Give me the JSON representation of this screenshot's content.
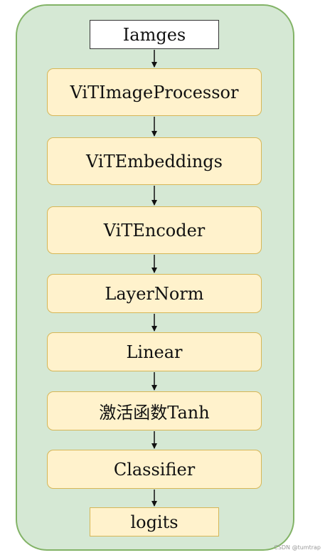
{
  "nodes": [
    {
      "label": "Iamges"
    },
    {
      "label": "ViTImageProcessor"
    },
    {
      "label": "ViTEmbeddings"
    },
    {
      "label": "ViTEncoder"
    },
    {
      "label": "LayerNorm"
    },
    {
      "label": "Linear"
    },
    {
      "label": "激活函数Tanh"
    },
    {
      "label": "Classifier"
    },
    {
      "label": "logits"
    }
  ],
  "watermark": "CSDN @tumtrap",
  "colors": {
    "container_fill": "#d5e8d4",
    "container_border": "#82b366",
    "box_fill": "#fff2cc",
    "box_border": "#d6b656"
  }
}
